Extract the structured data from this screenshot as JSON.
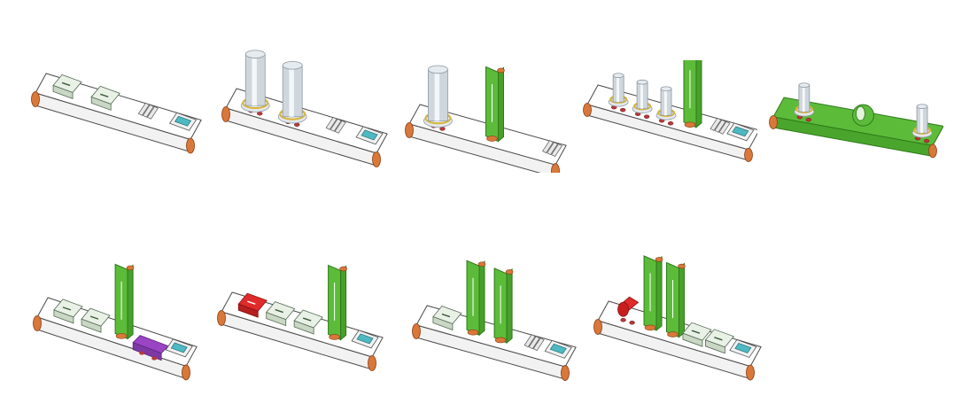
{
  "colors": {
    "belt": "#ffffff",
    "belt_stroke": "#4a4a4a",
    "roller": "#d9783a",
    "roller_stroke": "#8a3f14",
    "green": "#5cbc3a",
    "green_stroke": "#2e7a1a",
    "purple": "#9a45c4",
    "purple_stroke": "#5e2380",
    "red": "#e02b2b",
    "red_stroke": "#8a1010",
    "metal": "#cfd6dc",
    "metal_dark": "#8e99a3",
    "gold": "#d9b53a",
    "pad": "#b53a3a",
    "screen": "#4fb9c2"
  },
  "scenes": [
    {
      "row": 1,
      "id": "top-1",
      "belt": "plain",
      "elements": [
        "chip",
        "chip",
        "slots",
        "screen"
      ]
    },
    {
      "row": 1,
      "id": "top-2",
      "belt": "plain",
      "elements": [
        "tall-cylinder",
        "tall-cylinder",
        "slots",
        "screen"
      ]
    },
    {
      "row": 1,
      "id": "top-3",
      "belt": "plain",
      "elements": [
        "tall-cylinder",
        "green-panel",
        "slots"
      ]
    },
    {
      "row": 1,
      "id": "top-4",
      "belt": "plain",
      "elements": [
        "small-cylinder",
        "small-cylinder",
        "small-cylinder",
        "green-panel",
        "slots",
        "screen"
      ]
    },
    {
      "row": 1,
      "id": "top-5",
      "belt": "green",
      "elements": [
        "small-cylinder",
        "rolled-green",
        "small-cylinder"
      ]
    },
    {
      "row": 2,
      "id": "bottom-1",
      "belt": "plain",
      "elements": [
        "chip",
        "chip",
        "green-panel",
        "purple-block",
        "screen"
      ]
    },
    {
      "row": 2,
      "id": "bottom-2",
      "belt": "plain",
      "elements": [
        "red-chip",
        "chip",
        "chip",
        "green-panel",
        "screen"
      ]
    },
    {
      "row": 2,
      "id": "bottom-3",
      "belt": "plain",
      "elements": [
        "chip",
        "green-panel",
        "green-panel",
        "slots",
        "screen"
      ]
    },
    {
      "row": 2,
      "id": "bottom-4",
      "belt": "plain",
      "elements": [
        "red-cylinder",
        "green-panel",
        "green-panel",
        "chip",
        "chip",
        "screen"
      ]
    }
  ]
}
